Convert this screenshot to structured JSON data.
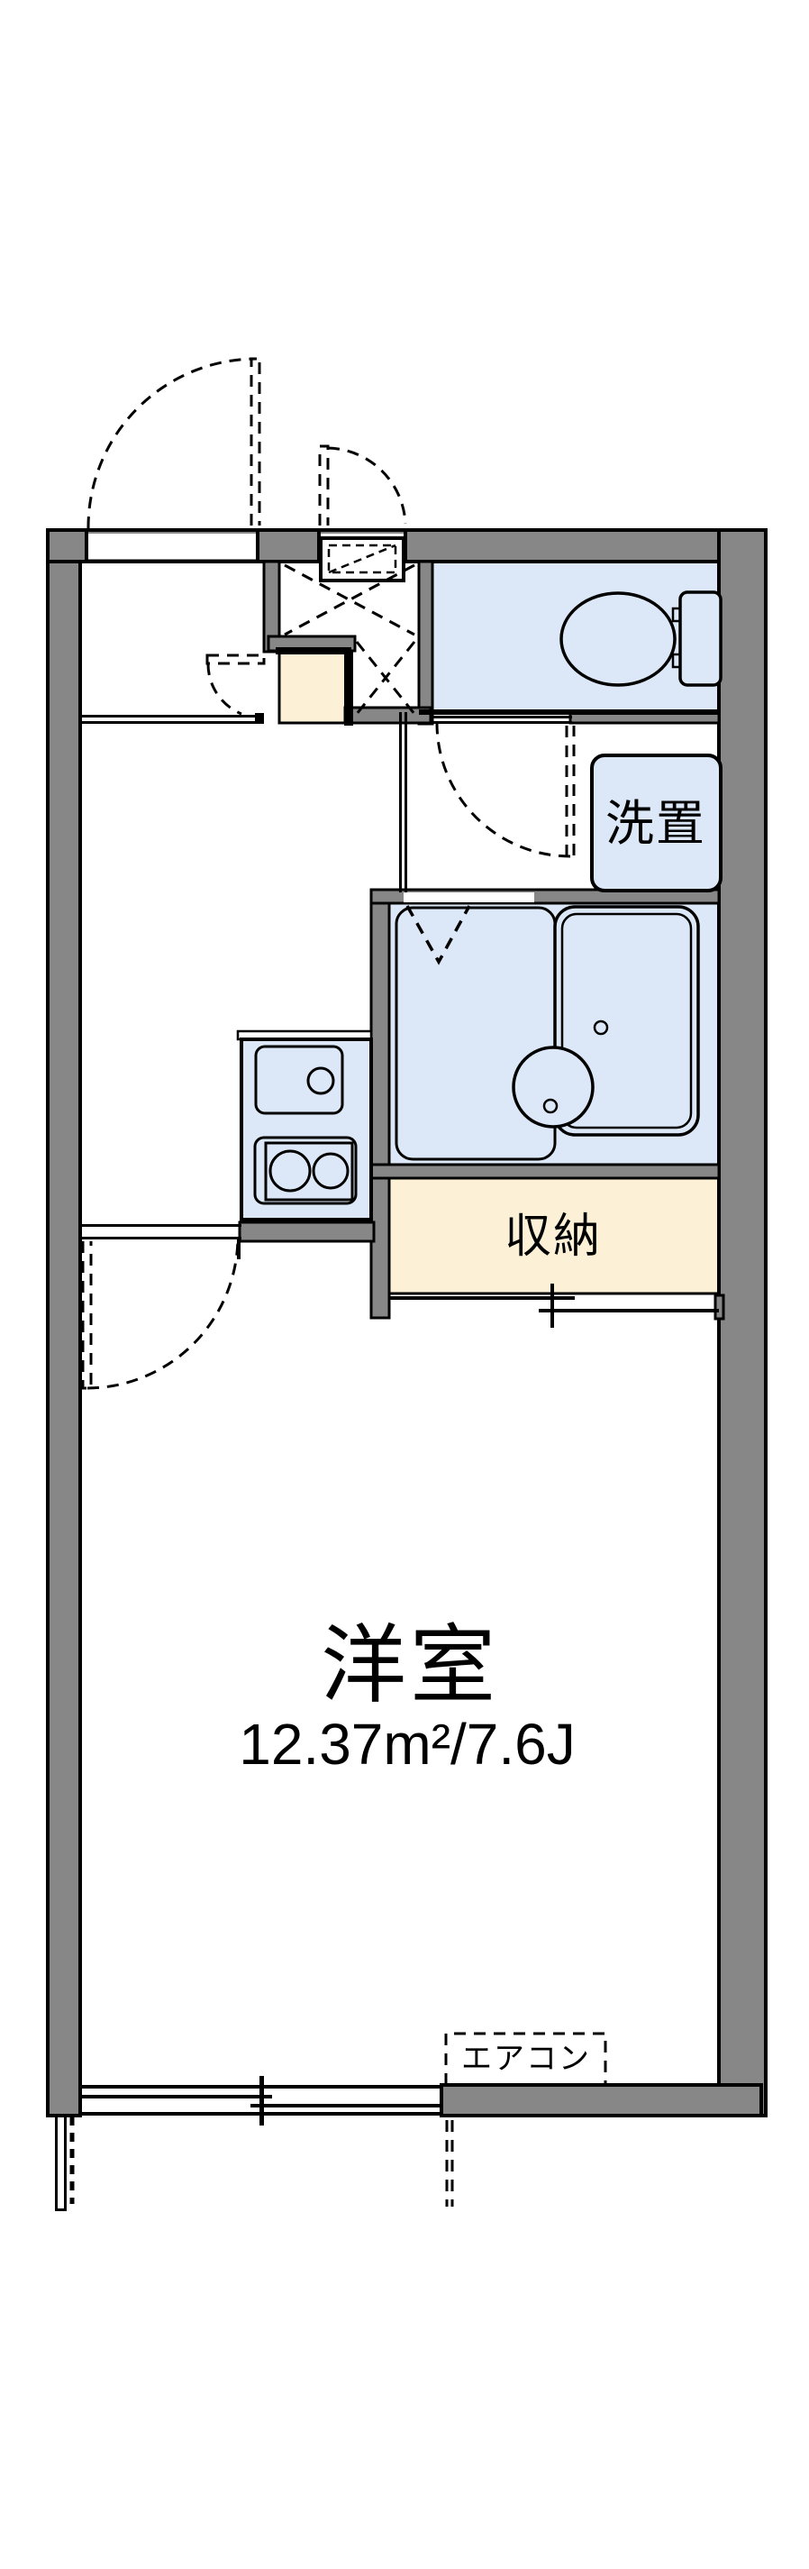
{
  "plan": {
    "labels": {
      "laundry": "洗置",
      "storage": "収納",
      "main_room": "洋室",
      "main_room_area": "12.37m²/7.6J",
      "aircon": "エアコン"
    },
    "colors": {
      "wall_gray": "#878787",
      "fixture_blue": "#dce8f8",
      "accent_beige": "#fcf0d6",
      "line_black": "#000000",
      "background": "#ffffff"
    }
  }
}
